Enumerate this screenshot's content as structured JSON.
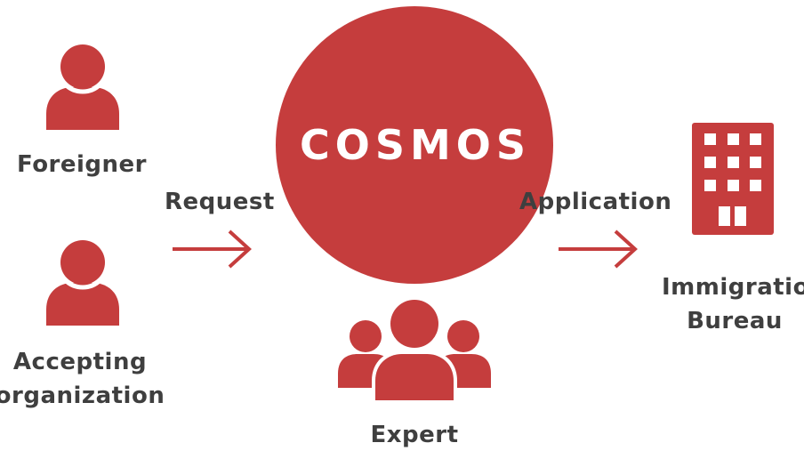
{
  "colors": {
    "accent": "#c53d3d",
    "text": "#3f3f3f",
    "on_accent": "#ffffff"
  },
  "diagram": {
    "center": {
      "title": "COSMOS"
    },
    "left": {
      "foreigner": {
        "label": "Foreigner",
        "icon": "person-icon"
      },
      "accepting": {
        "line1": "Accepting",
        "line2": "organization",
        "icon": "person-icon"
      },
      "arrow_label": "Request"
    },
    "right": {
      "arrow_label": "Application",
      "bureau": {
        "line1": "Immigration",
        "line2": "Bureau",
        "icon": "building-icon"
      }
    },
    "bottom": {
      "expert": {
        "label": "Expert",
        "icon": "group-icon"
      }
    }
  }
}
